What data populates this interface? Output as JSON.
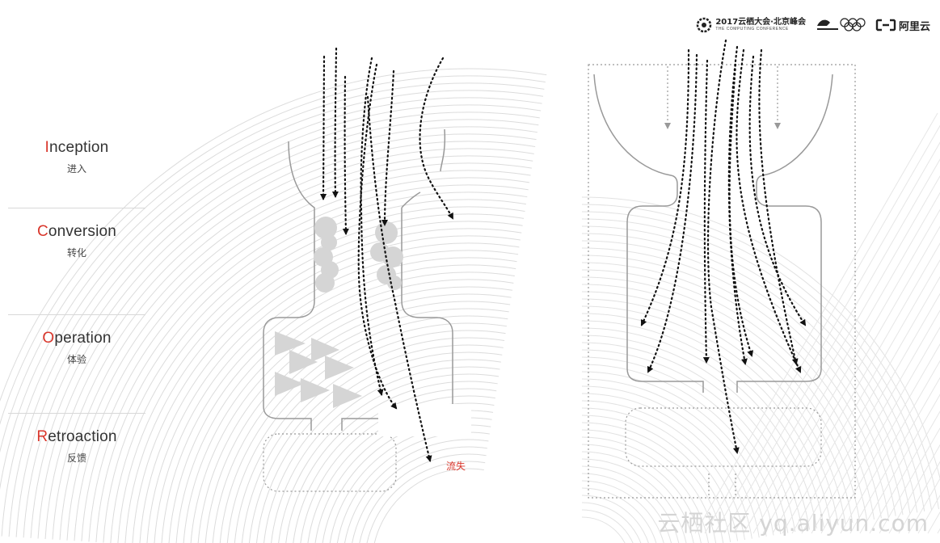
{
  "stages": [
    {
      "first": "I",
      "rest": "nception",
      "sub": "进入"
    },
    {
      "first": "C",
      "rest": "onversion",
      "sub": "转化"
    },
    {
      "first": "O",
      "rest": "peration",
      "sub": "体验"
    },
    {
      "first": "R",
      "rest": "etroaction",
      "sub": "反馈"
    }
  ],
  "left_diagram": {
    "loss_label": "流失"
  },
  "header": {
    "conference_title": "2017云栖大会·北京峰会",
    "conference_sub": "THE COMPUTING CONFERENCE",
    "brand": "阿里云"
  },
  "watermark": "云栖社区 yq.aliyun.com",
  "colors": {
    "accent": "#d9362b",
    "outline": "#999999",
    "arrow": "#111111",
    "fill": "#d5d5d5"
  }
}
